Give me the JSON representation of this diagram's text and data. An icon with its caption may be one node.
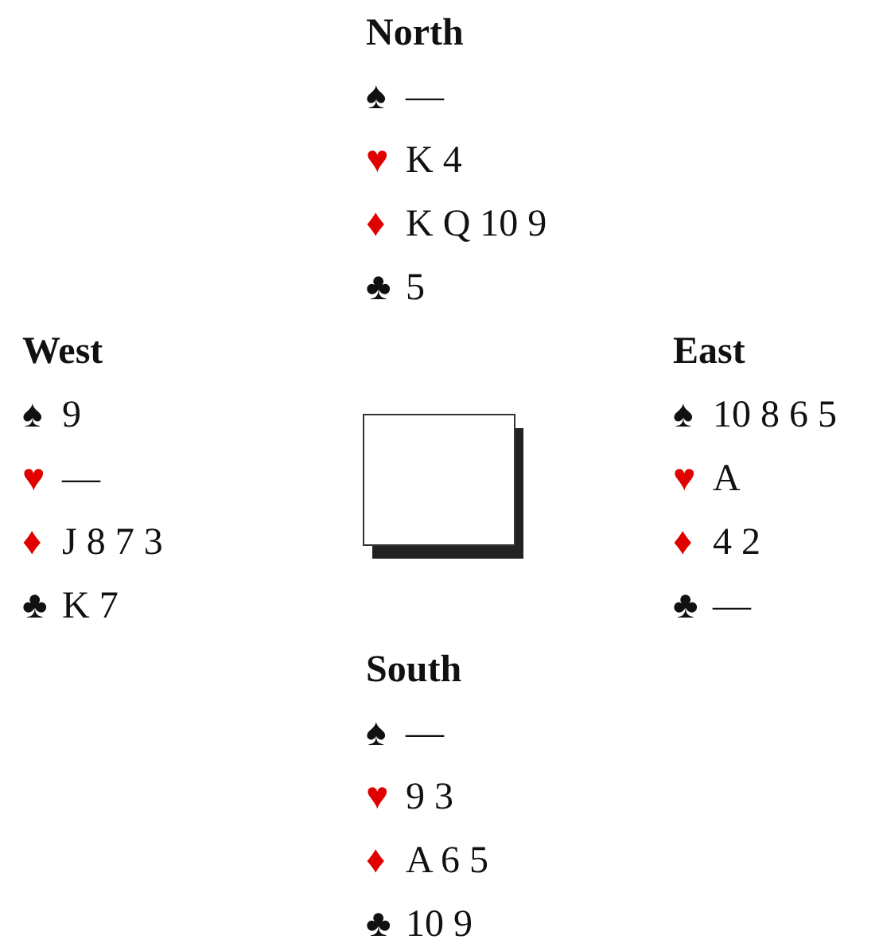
{
  "diagram": {
    "labels": [
      "North",
      "♠ —",
      "♥ K 4",
      "♦ K Q 10 9",
      "♣ 5",
      "West",
      "♠ 9",
      "♥ —",
      "♦ J 8 7 3",
      "♣ K 7",
      "East",
      "♠ 10 8 6 5",
      "♥ A",
      "♦ 4 2",
      "♣ —",
      "South",
      "♠ —",
      "♥ 9 3",
      "♦ A 6 5",
      "♣ 10 9"
    ]
  }
}
